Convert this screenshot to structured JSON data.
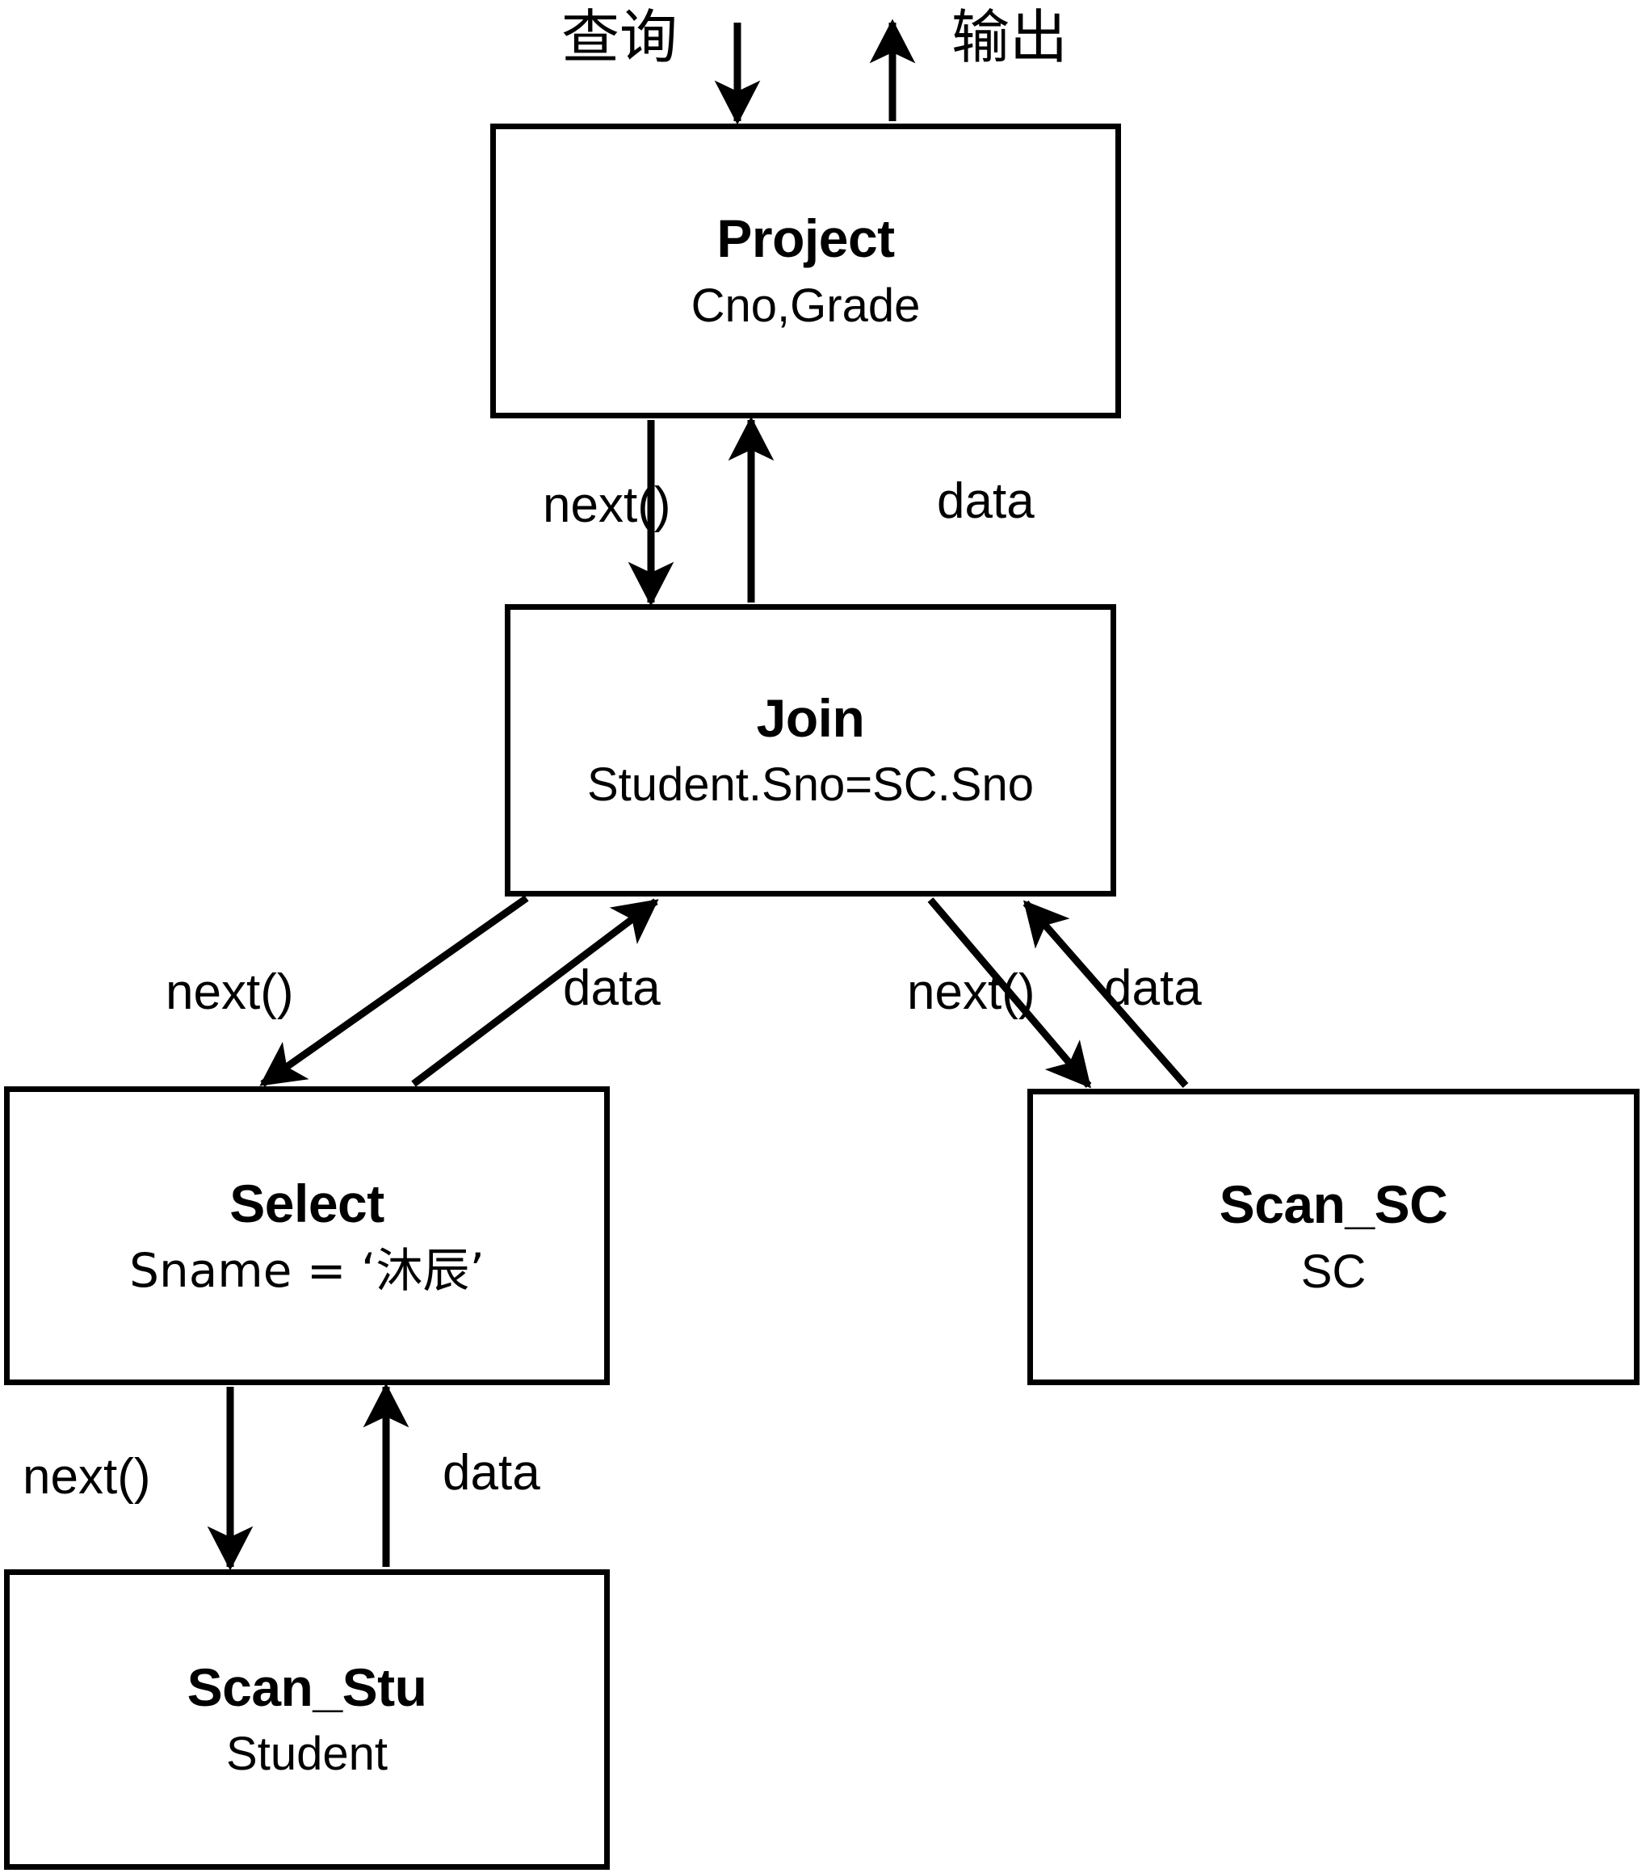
{
  "diagram": {
    "title": "Query execution plan operator tree",
    "io": {
      "input_label": "查询",
      "input_arrow_icon": "arrow-down-icon",
      "output_label": "输出",
      "output_arrow_icon": "arrow-up-icon"
    },
    "nodes": [
      {
        "id": "project",
        "title": "Project",
        "subtitle": "Cno,Grade"
      },
      {
        "id": "join",
        "title": "Join",
        "subtitle": "Student.Sno=SC.Sno"
      },
      {
        "id": "select",
        "title": "Select",
        "subtitle": "Sname = ‘沐辰’"
      },
      {
        "id": "scan_sc",
        "title": "Scan_SC",
        "subtitle": "SC"
      },
      {
        "id": "scan_stu",
        "title": "Scan_Stu",
        "subtitle": "Student"
      }
    ],
    "edges": [
      {
        "id": "project-join-next",
        "from": "project",
        "to": "join",
        "label": "next()"
      },
      {
        "id": "join-project-data",
        "from": "join",
        "to": "project",
        "label": "data"
      },
      {
        "id": "join-select-next",
        "from": "join",
        "to": "select",
        "label": "next()"
      },
      {
        "id": "select-join-data",
        "from": "select",
        "to": "join",
        "label": "data"
      },
      {
        "id": "join-scansc-next",
        "from": "join",
        "to": "scan_sc",
        "label": "next()"
      },
      {
        "id": "scansc-join-data",
        "from": "scan_sc",
        "to": "join",
        "label": "data"
      },
      {
        "id": "select-scanstu-next",
        "from": "select",
        "to": "scan_stu",
        "label": "next()"
      },
      {
        "id": "scanstu-select-data",
        "from": "scan_stu",
        "to": "select",
        "label": "data"
      }
    ],
    "colors": {
      "stroke": "#000000",
      "background": "#ffffff",
      "text": "#000000"
    }
  }
}
